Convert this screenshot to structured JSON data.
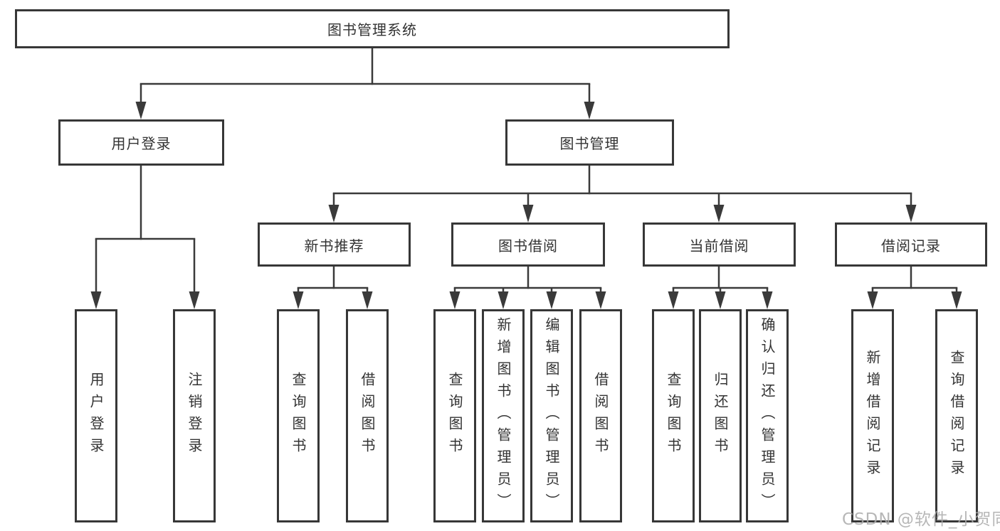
{
  "tree": {
    "root": {
      "label": "图书管理系统"
    },
    "branches": [
      {
        "label": "用户登录",
        "children": [
          {
            "label": "用户登录"
          },
          {
            "label": "注销登录"
          }
        ]
      },
      {
        "label": "图书管理",
        "children": [
          {
            "label": "新书推荐",
            "children": [
              {
                "label": "查询图书"
              },
              {
                "label": "借阅图书"
              }
            ]
          },
          {
            "label": "图书借阅",
            "children": [
              {
                "label": "查询图书"
              },
              {
                "label": "新增图书（管理员）"
              },
              {
                "label": "编辑图书（管理员）"
              },
              {
                "label": "借阅图书"
              }
            ]
          },
          {
            "label": "当前借阅",
            "children": [
              {
                "label": "查询图书"
              },
              {
                "label": "归还图书"
              },
              {
                "label": "确认归还（管理员）"
              }
            ]
          },
          {
            "label": "借阅记录",
            "children": [
              {
                "label": "新增借阅记录"
              },
              {
                "label": "查询借阅记录"
              }
            ]
          }
        ]
      }
    ]
  },
  "watermark": {
    "text": "CSDN @软件_小贺同学",
    "color": "#ababab"
  },
  "colors": {
    "line": "#3a3a3a",
    "box_border": "#373737",
    "text": "#333333",
    "background": "#ffffff"
  }
}
